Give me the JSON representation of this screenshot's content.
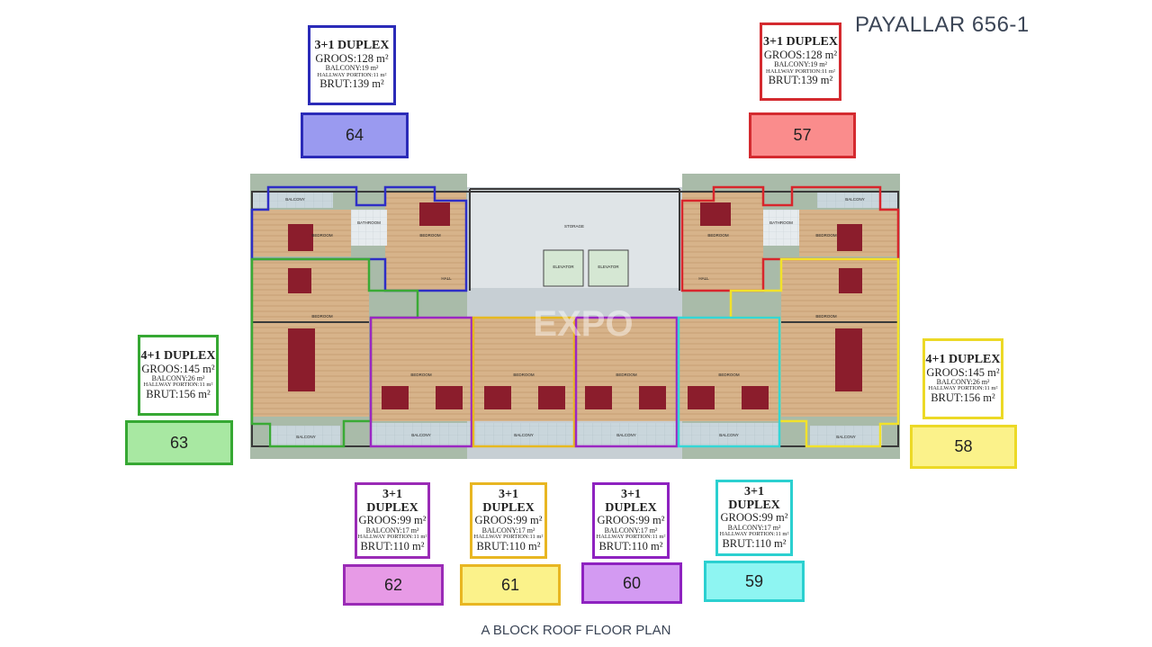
{
  "title": "PAYALLAR 656-1",
  "footer": "A BLOCK ROOF FLOOR PLAN",
  "colors": {
    "blue": "#2e2ec6",
    "red": "#d8262c",
    "green": "#3aaa35",
    "yellow": "#f2e22a",
    "purple": "#9b27c2",
    "orange": "#e6b820",
    "violet": "#9b27c2",
    "cyan": "#35d6d6"
  },
  "units": [
    {
      "id": "64",
      "type": "3+1 DUPLEX",
      "gross": "GROOS:128 m²",
      "balcony": "BALCONY:19 m²",
      "hallway": "HALLWAY PORTION:11 m²",
      "brut": "BRUT:139 m²",
      "border": "#2b2bb8",
      "fill": "#9a9af0"
    },
    {
      "id": "57",
      "type": "3+1 DUPLEX",
      "gross": "GROOS:128 m²",
      "balcony": "BALCONY:19 m²",
      "hallway": "HALLWAY PORTION:11 m²",
      "brut": "BRUT:139 m²",
      "border": "#d42a2f",
      "fill": "#fa8c8c"
    },
    {
      "id": "63",
      "type": "4+1 DUPLEX",
      "gross": "GROOS:145 m²",
      "balcony": "BALCONY:26 m²",
      "hallway": "HALLWAY PORTION:11 m²",
      "brut": "BRUT:156 m²",
      "border": "#36a833",
      "fill": "#a8e8a2"
    },
    {
      "id": "58",
      "type": "4+1 DUPLEX",
      "gross": "GROOS:145 m²",
      "balcony": "BALCONY:26 m²",
      "hallway": "HALLWAY PORTION:11 m²",
      "brut": "BRUT:156 m²",
      "border": "#ecd926",
      "fill": "#fbf28a"
    },
    {
      "id": "62",
      "type": "3+1 DUPLEX",
      "gross": "GROOS:99 m²",
      "balcony": "BALCONY:17 m²",
      "hallway": "HALLWAY PORTION:11 m²",
      "brut": "BRUT:110 m²",
      "border": "#9a2bb6",
      "fill": "#e79ae6"
    },
    {
      "id": "61",
      "type": "3+1 DUPLEX",
      "gross": "GROOS:99 m²",
      "balcony": "BALCONY:17 m²",
      "hallway": "HALLWAY PORTION:11 m²",
      "brut": "BRUT:110 m²",
      "border": "#e8b622",
      "fill": "#fbf28a"
    },
    {
      "id": "60",
      "type": "3+1 DUPLEX",
      "gross": "GROOS:99 m²",
      "balcony": "BALCONY:17 m²",
      "hallway": "HALLWAY PORTION:11 m²",
      "brut": "BRUT:110 m²",
      "border": "#8e22c0",
      "fill": "#d39af2"
    },
    {
      "id": "59",
      "type": "3+1 DUPLEX",
      "gross": "GROOS:99 m²",
      "balcony": "BALCONY:17 m²",
      "hallway": "HALLWAY PORTION:11 m²",
      "brut": "BRUT:110 m²",
      "border": "#2bd0d0",
      "fill": "#8ef5f2"
    }
  ],
  "plan_labels": {
    "storage": "STORAGE",
    "elevator": "ELEVATOR",
    "bedroom": "BEDROOM",
    "bathroom": "BATHROOM",
    "balcony": "BALCONY",
    "hall": "HALL",
    "watermark": "EXPO"
  }
}
